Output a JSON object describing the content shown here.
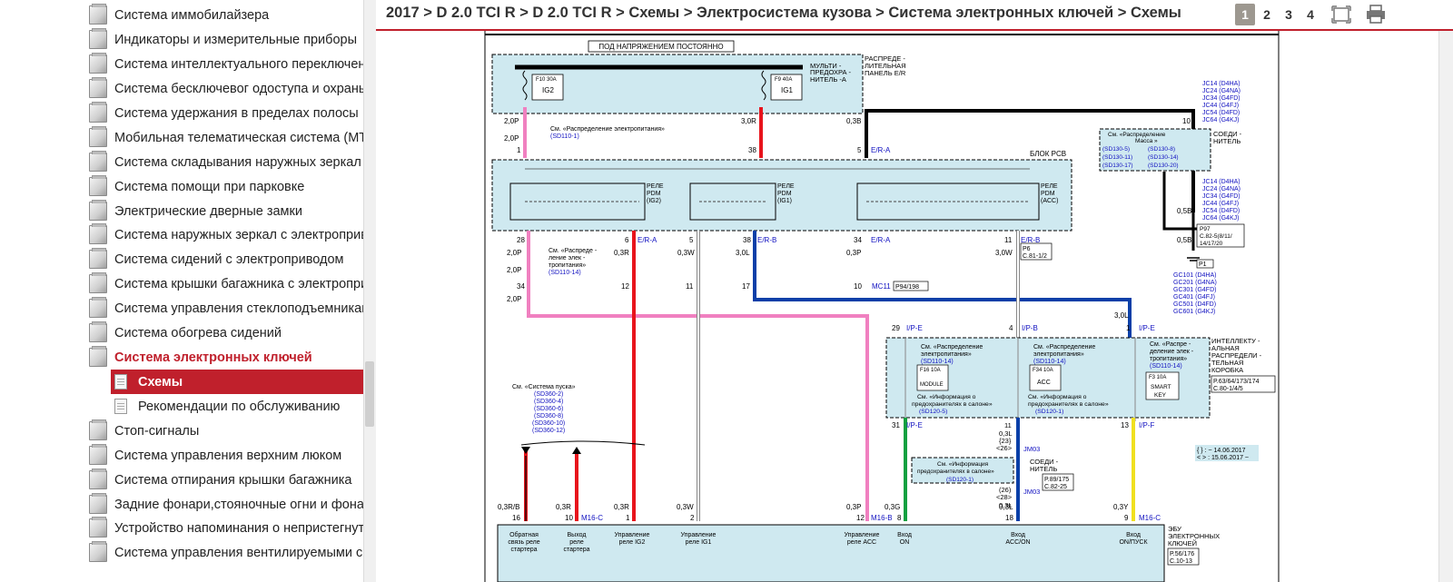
{
  "sidebar": {
    "items": [
      {
        "label": "Система иммобилайзера"
      },
      {
        "label": "Индикаторы и измерительные приборы"
      },
      {
        "label": "Система интеллектуального переключения"
      },
      {
        "label": "Система бесключевог одоступа и охраны"
      },
      {
        "label": "Система удержания в пределах полосы"
      },
      {
        "label": "Мобильная телематическая система (MTS)"
      },
      {
        "label": "Система складывания наружных зеркал"
      },
      {
        "label": "Система помощи при парковке"
      },
      {
        "label": "Электрические дверные замки"
      },
      {
        "label": "Система наружных зеркал с электроприводом"
      },
      {
        "label": "Система сидений с электроприводом"
      },
      {
        "label": "Система крышки багажника с электроприводом"
      },
      {
        "label": "Система управления стеклоподъемниками"
      },
      {
        "label": "Система обогрева сидений"
      },
      {
        "label": "Система электронных ключей"
      }
    ],
    "subitems": [
      {
        "label": "Схемы"
      },
      {
        "label": "Рекомендации по обслуживанию"
      }
    ],
    "items_after": [
      {
        "label": "Стоп-сигналы"
      },
      {
        "label": "Система управления верхним люком"
      },
      {
        "label": "Система отпирания крышки багажника"
      },
      {
        "label": "Задние фонари,стояночные огни и фонари"
      },
      {
        "label": "Устройство напоминания о непристегнутом"
      },
      {
        "label": "Система управления вентилируемыми сид"
      }
    ]
  },
  "header": {
    "breadcrumb": "2017 > D 2.0 TCI R > D 2.0 TCI R > Схемы > Электросистема кузова > Система электронных ключей > Схемы",
    "pages": [
      "1",
      "2",
      "3",
      "4"
    ],
    "current_page": "1",
    "icons": [
      "fit-page-icon",
      "print-icon"
    ]
  },
  "diagram": {
    "top_label": "ПОД НАПРЯЖЕНИЕМ ПОСТОЯННО",
    "fuse_panel_label": [
      "МУЛЬТИ -",
      "ПРЕДОХРА -",
      "НИТЕЛЬ -A"
    ],
    "distrib_label": [
      "РАСПРЕДЕ -",
      "ЛИТЕЛЬНАЯ",
      "ПАНЕЛЬ Е/R"
    ],
    "fuse1": {
      "name": "F10 30A",
      "id": "IG2"
    },
    "fuse2": {
      "name": "F9 40A",
      "id": "IG1"
    },
    "see_power_1": "См. «Распределение   электропитания»",
    "see_power_1_ref": "(SD110-1)",
    "pcb_block": "БЛОК PCB",
    "relay_ig2": [
      "РЕЛЕ",
      "PDM",
      "(IG2)"
    ],
    "relay_ig1": [
      "РЕЛЕ",
      "PDM",
      "(IG1)"
    ],
    "relay_acc": [
      "РЕЛЕ",
      "PDM",
      "(ACC)"
    ],
    "wire_2_0p": "2,0P",
    "wire_3_0r": "3,0R",
    "wire_0_3b": "0,3B",
    "pin_1": "1",
    "pin_38": "38",
    "pin_5": "5",
    "er_a": "E/R-A",
    "ground_box": [
      "См. «Распределение",
      "Масса »"
    ],
    "ground_refs": [
      "(SD130-5)",
      "(SD130-8)",
      "(SD130-11)",
      "(SD130-14)",
      "(SD130-17)",
      "(SD130-20)"
    ],
    "connector_label": [
      "СОЕДИ -",
      "НИТЕЛЬ"
    ],
    "jc_list_top": [
      "JC14 (D4HA)",
      "JC24 (G4NA)",
      "JC34 (G4FD)",
      "JC44 (G4FJ)",
      "JC54 (D4FD)",
      "JC64 (G4KJ)"
    ],
    "jc_list_mid": [
      "JC14 (D4HA)",
      "JC24 (G4NA)",
      "JC34 (G4FD)",
      "JC44 (G4FJ)",
      "JC54 (D4FD)",
      "JC64 (G4KJ)"
    ],
    "gc_list": [
      "GC101 (D4HA)",
      "GC201 (G4NA)",
      "GC301 (G4FD)",
      "GC401 (G4FJ)",
      "GC501 (D4FD)",
      "GC601 (G4KJ)"
    ],
    "p97": [
      "P97",
      "C.82-5(8/11/",
      "14/17/20"
    ],
    "p1": "P1",
    "pin_10": "10",
    "wire_0_5b": "0,5B",
    "row28": "28",
    "row6": "6",
    "row5": "5",
    "row38b": "38",
    "row34": "34",
    "row11": "11",
    "er_b": "E/R-B",
    "p6": [
      "P6",
      "C.81-1/2"
    ],
    "see_power_14": [
      "См. «Распреде -",
      "ление  элек -",
      "тропитания»",
      "(SD110-14)"
    ],
    "w_2_0p": "2,0P",
    "w_0_3r": "0,3R",
    "w_0_3w": "0,3W",
    "w_3_0l": "3,0L",
    "w_0_3p": "0,3P",
    "w_3_0w": "3,0W",
    "c34": "34",
    "c12": "12",
    "c11": "11",
    "c17": "17",
    "c10": "10",
    "mc11": "MC11",
    "p94": "P94/198",
    "ipe_29": "29",
    "ipb_4": "4",
    "ipe_1": "1",
    "ip_e": "I/P-E",
    "ip_b": "I/P-B",
    "ip_f": "I/P-F",
    "icb_label": [
      "ИНТЕЛЛЕКТУ -",
      "АЛЬНАЯ",
      "РАСПРЕДЕЛИ -",
      "ТЕЛЬНАЯ",
      "КОРОБКА"
    ],
    "icb_ref": [
      "P.63/64/173/174",
      "C.80-1/4/5"
    ],
    "f16": [
      "F16 10A",
      "MODULE"
    ],
    "f34": [
      "F34 10A",
      "ACC"
    ],
    "f3": [
      "F3 10A",
      "SMART",
      "KEY"
    ],
    "see_power_s": [
      "См. «Распределение",
      "электропитания»",
      "(SD110-14)"
    ],
    "see_power_s3": [
      "См. «Распре -",
      "деление элек -",
      "тропитания»",
      "(SD110-14)"
    ],
    "info_1": [
      "См. «Информация   о",
      "предохранителях    в салоне»",
      "(SD120-5)"
    ],
    "info_2": [
      "См. «Информация   о",
      "предохранителях   в салоне»",
      "(SD120-1)"
    ],
    "info_3": [
      "См. «Информация",
      "предохранителях  в салоне»",
      "(SD120-1)"
    ],
    "start_sys": [
      "См. «Система   пуска»",
      "(SD360-2)",
      "(SD360-4)",
      "(SD360-6)",
      "(SD360-8)",
      "(SD360-10)",
      "(SD360-12)"
    ],
    "date_note": [
      "{ } : ~ 14.06.2017",
      "< > : 15.06.2017 ~"
    ],
    "jm03": "JM03",
    "conn2": [
      "СОЕДИ -",
      "НИТЕЛЬ"
    ],
    "p89": [
      "P.89/175",
      "C.82-25"
    ],
    "p56": [
      "P.56/176",
      "C.10-13"
    ],
    "bottom_wires": [
      "0,3R/B",
      "0,3R",
      "0,3R",
      "0,3W",
      "0,3P",
      "0,3G",
      "0,3L",
      "0,3Y"
    ],
    "bottom_pins": [
      "16",
      "10",
      "1",
      "2",
      "12",
      "8",
      "18",
      "9"
    ],
    "m16c": "M16-C",
    "m16b": "M16-B",
    "ecu_label": [
      "ЭБУ",
      "ЭЛЕКТРОННЫХ",
      "КЛЮЧЕЙ"
    ],
    "ecu_pins": [
      [
        "Обратная",
        "связь  реле",
        "стартера"
      ],
      [
        "Выход",
        "реле",
        "стартера"
      ],
      [
        "Управление",
        "реле IG2"
      ],
      [
        "Управление",
        "реле IG1"
      ],
      [
        "Управление",
        "реле ACC"
      ],
      [
        "Вход",
        "ON"
      ],
      [
        "Вход",
        "ACC/ON"
      ],
      [
        "Вход",
        "ON/ПУСК"
      ]
    ],
    "jm_mid": [
      "11",
      "0,3L",
      "{23}",
      "<26>",
      "(26)",
      "<28>",
      "0,3L"
    ],
    "pins_31_13": [
      "31",
      "13"
    ]
  }
}
